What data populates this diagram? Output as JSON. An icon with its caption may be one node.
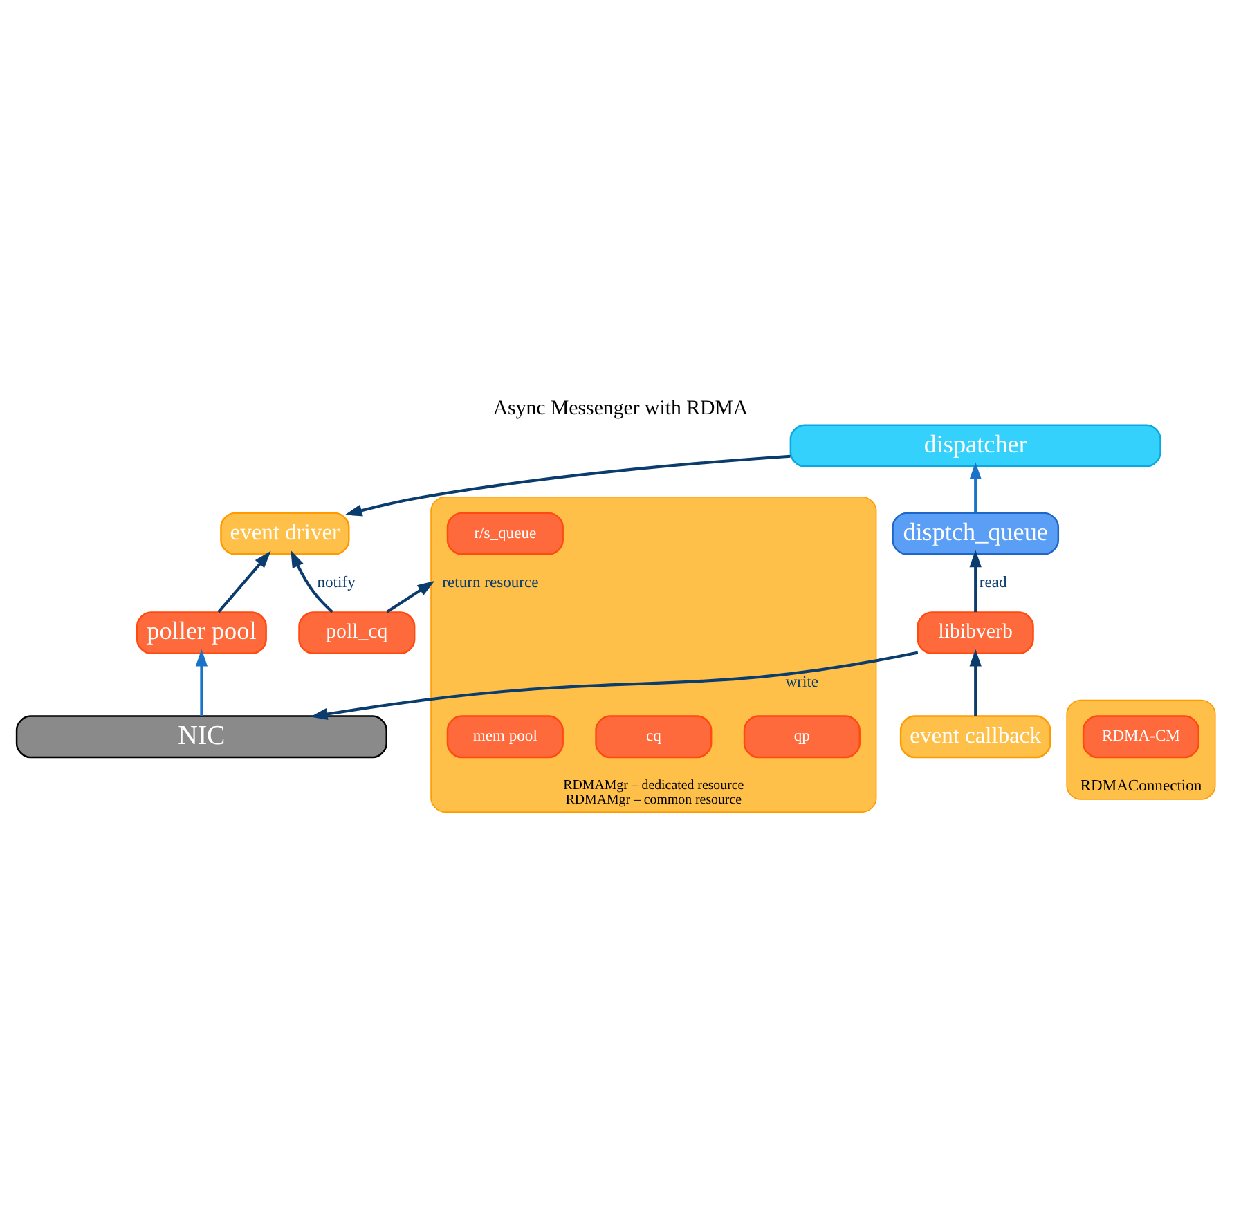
{
  "diagram": {
    "title": "Async Messenger with RDMA",
    "nodes": [
      {
        "text": [
          "dispatcher"
        ]
      },
      {
        "text": [
          "disptch_queue"
        ]
      },
      {
        "text": [
          "RDMAMgr – dedicated resource",
          "RDMAMgr – common resource"
        ]
      },
      {
        "text": [
          "r/s_queue"
        ],
        "in": 2
      },
      {
        "text": [
          "qp"
        ],
        "in": 2
      },
      {
        "text": [
          "cq"
        ],
        "in": 2
      },
      {
        "text": [
          "mem pool"
        ],
        "in": 2
      },
      {
        "text": [
          "RDMAConnection"
        ]
      },
      {
        "text": [
          "RDMA-CM"
        ],
        "in": 7
      },
      {
        "text": [
          "poll_cq"
        ]
      },
      {
        "text": [
          "libibverb"
        ]
      },
      {
        "text": [
          "event driver"
        ]
      },
      {
        "text": [
          "event callback"
        ]
      },
      {
        "text": [
          "poller pool"
        ]
      },
      {
        "text": [
          "NIC"
        ]
      }
    ],
    "edges": [
      {
        "from": 0,
        "to": 11,
        "arrow": "to"
      },
      {
        "from": 1,
        "to": 0,
        "arrow": "to",
        "color": "#1a73c8"
      },
      {
        "from": 10,
        "to": 1,
        "arrow": "to",
        "label": "read"
      },
      {
        "from": 10,
        "to": 14,
        "arrow": "to",
        "label": "write"
      },
      {
        "from": 9,
        "to": 2,
        "arrow": "to",
        "label": "return resource"
      },
      {
        "from": 9,
        "to": 11,
        "arrow": "to",
        "label": "notify"
      },
      {
        "from": 12,
        "to": 10,
        "arrow": "to"
      },
      {
        "from": 13,
        "to": 11,
        "arrow": "to"
      },
      {
        "from": 14,
        "to": 13,
        "arrow": "to",
        "color": "#1a73c8"
      }
    ]
  }
}
